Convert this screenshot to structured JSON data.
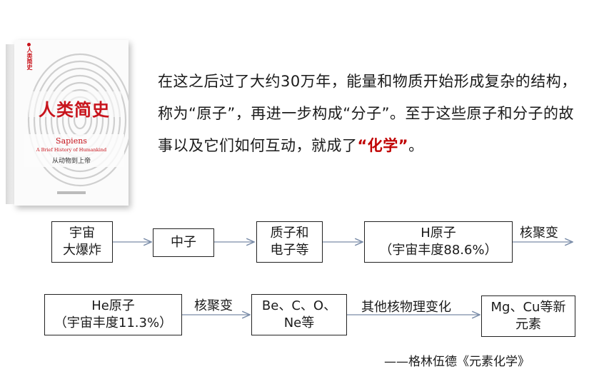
{
  "book": {
    "title_cn": "人类简史",
    "title_en": "Sapiens",
    "subtitle_en": "A Brief History of Humankind",
    "subtitle_cn": "从动物到上帝",
    "side_text": "人类简史"
  },
  "paragraph": {
    "text": "在这之后过了大约30万年，能量和物质开始形成复杂的结构，称为“原子”，再进一步构成“分子”。至于这些原子和分子的故事以及它们如何互动，就成了",
    "highlight": "“化学”",
    "ending": "。"
  },
  "flow": {
    "row1": {
      "big_bang": [
        "宇宙",
        "大爆炸"
      ],
      "neutron": [
        "中子"
      ],
      "proton_electron": [
        "质子和",
        "电子等"
      ],
      "hydrogen": [
        "H原子",
        "（宇宙丰度88.6%）"
      ],
      "fusion_label": "核聚变"
    },
    "row2": {
      "helium": [
        "He原子",
        "（宇宙丰度11.3%）"
      ],
      "fusion_label": "核聚变",
      "light_elements": [
        "Be、C、O、",
        "Ne等"
      ],
      "other_label": "其他核物理变化",
      "new_elements": [
        "Mg、Cu等新",
        "元素"
      ]
    }
  },
  "citation": "——格林伍德《元素化学》",
  "colors": {
    "highlight": "#c00000",
    "arrow": "#7a8ca8",
    "book_red": "#c8141c"
  }
}
